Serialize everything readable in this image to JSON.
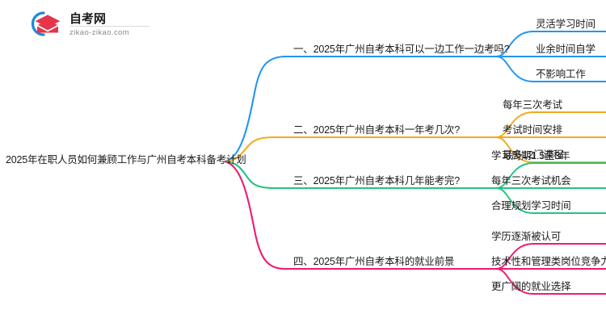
{
  "logo": {
    "brand_cn": "自考网",
    "brand_url": "zikao-zikao.com",
    "cap_color": "#e8344a",
    "arc_color": "#1f8ad6",
    "icon": "graduation-cap-icon"
  },
  "mindmap": {
    "type": "mindmap",
    "root": {
      "label": "2025年在职人员如何兼顾工作与广州自考本科备考计划"
    },
    "branches": [
      {
        "index": 1,
        "color": "#2196f3",
        "label": "一、2025年广州自考本科可以一边工作一边考吗?",
        "leaves": [
          "灵活学习时间",
          "业余时间自学",
          "不影响工作"
        ]
      },
      {
        "index": 2,
        "color": "#f2ab1e",
        "label": "二、2025年广州自考本科一年考几次?",
        "leaves": [
          "每年三次考试",
          "考试时间安排",
          "最多12门课程"
        ]
      },
      {
        "index": 3,
        "color": "#23c47f",
        "label": "三、2025年广州自考本科几年能考完?",
        "leaves": [
          "学习周期1.5至3年",
          "每年三次考试机会",
          "合理规划学习时间"
        ]
      },
      {
        "index": 4,
        "color": "#ee1b72",
        "label": "四、2025年广州自考本科的就业前景",
        "leaves": [
          "学历逐渐被认可",
          "技术性和管理类岗位竞争力",
          "更广阔的就业选择"
        ]
      }
    ]
  }
}
